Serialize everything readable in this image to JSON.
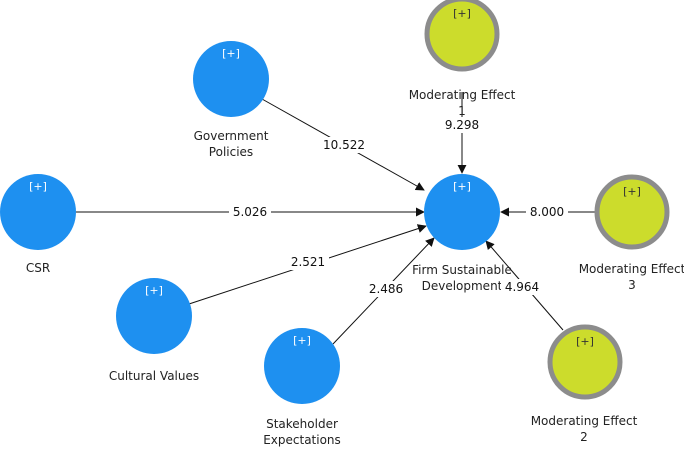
{
  "diagram": {
    "colors": {
      "construct_fill": "#1E90F0",
      "moderator_fill": "#CCDC2C",
      "moderator_border": "#8C8C8C",
      "line": "#111111"
    },
    "nodes": {
      "firm": {
        "label": [
          "Firm Sustainable",
          "Development"
        ],
        "expand": "[+]",
        "kind": "construct"
      },
      "gov": {
        "label": [
          "Government",
          "Policies"
        ],
        "expand": "[+]",
        "kind": "construct"
      },
      "csr": {
        "label": [
          "CSR"
        ],
        "expand": "[+]",
        "kind": "construct"
      },
      "cult": {
        "label": [
          "Cultural Values"
        ],
        "expand": "[+]",
        "kind": "construct"
      },
      "stake": {
        "label": [
          "Stakeholder",
          "Expectations"
        ],
        "expand": "[+]",
        "kind": "construct"
      },
      "mod1": {
        "label": [
          "Moderating Effect",
          "1"
        ],
        "expand": "[+]",
        "kind": "moderator"
      },
      "mod2": {
        "label": [
          "Moderating Effect",
          "2"
        ],
        "expand": "[+]",
        "kind": "moderator"
      },
      "mod3": {
        "label": [
          "Moderating Effect",
          "3"
        ],
        "expand": "[+]",
        "kind": "moderator"
      }
    },
    "paths": [
      {
        "from": "gov",
        "to": "firm",
        "value": "10.522"
      },
      {
        "from": "csr",
        "to": "firm",
        "value": "5.026"
      },
      {
        "from": "cult",
        "to": "firm",
        "value": "2.521"
      },
      {
        "from": "stake",
        "to": "firm",
        "value": "2.486"
      },
      {
        "from": "mod1",
        "to": "firm",
        "value": "9.298"
      },
      {
        "from": "mod2",
        "to": "firm",
        "value": "4.964"
      },
      {
        "from": "mod3",
        "to": "firm",
        "value": "8.000"
      }
    ]
  }
}
